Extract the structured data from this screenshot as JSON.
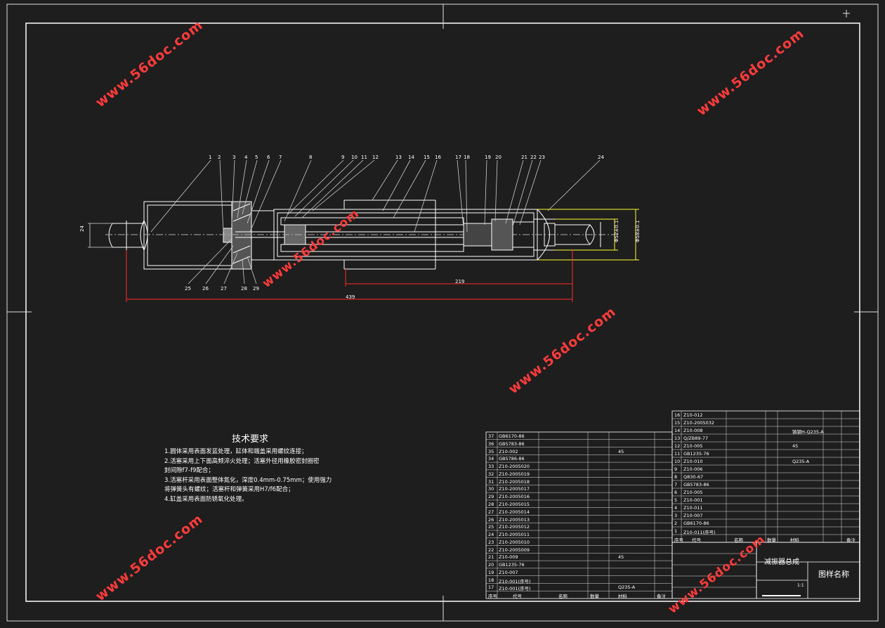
{
  "drawing": {
    "part_numbers_top": [
      "1",
      "2",
      "3",
      "4",
      "5",
      "6",
      "7",
      "8",
      "9",
      "10",
      "11",
      "12",
      "13",
      "14",
      "15",
      "16",
      "17",
      "18",
      "19",
      "20",
      "21",
      "22",
      "23",
      "24"
    ],
    "part_numbers_bottom": [
      "25",
      "26",
      "27",
      "28",
      "29"
    ],
    "dimensions": {
      "left_dia": "24",
      "right_dia_1": "Φ58±0.1",
      "right_dia_2": "Φ52±0.1",
      "length_short": "219",
      "length_total": "439"
    }
  },
  "tech_requirements": {
    "title": "技术要求",
    "lines": [
      "1.圆体采用表面发蓝处理，缸体和端盖采用螺纹连接；",
      "2.活塞采用上下面高频淬火处理；活塞外径用橡胶密封圈密",
      "封间隙f7-f9配合；",
      "3.活塞杆采用表面整体氮化，深度0.4mm-0.75mm；使用强力",
      "将弹簧头有螺纹；活塞杆和弹簧采用H7/f6配合；",
      "4.缸盖采用表面防锈氧化处理。"
    ]
  },
  "watermark": "www.56doc.com",
  "bom": {
    "left_rows": [
      [
        "37",
        "GB6170-86",
        "",
        ""
      ],
      [
        "36",
        "GB5783-86",
        "",
        ""
      ],
      [
        "35",
        "Z10-002",
        "",
        "45"
      ],
      [
        "34",
        "GB5786-86",
        "",
        ""
      ],
      [
        "33",
        "Z10-2005020",
        "",
        ""
      ],
      [
        "32",
        "Z10-2005019",
        "",
        ""
      ],
      [
        "31",
        "Z10-2005018",
        "",
        ""
      ],
      [
        "30",
        "Z10-2005017",
        "",
        ""
      ],
      [
        "29",
        "Z10-2005016",
        "",
        ""
      ],
      [
        "28",
        "Z10-2005015",
        "",
        ""
      ],
      [
        "27",
        "Z10-2005014",
        "",
        ""
      ],
      [
        "26",
        "Z10-2005013",
        "",
        ""
      ],
      [
        "25",
        "Z10-2005012",
        "",
        ""
      ],
      [
        "24",
        "Z10-2005011",
        "",
        ""
      ],
      [
        "23",
        "Z10-2005010",
        "",
        ""
      ],
      [
        "22",
        "Z10-2005009",
        "",
        ""
      ],
      [
        "21",
        "Z10-009",
        "",
        "45"
      ],
      [
        "20",
        "GB1235-76",
        "",
        ""
      ],
      [
        "19",
        "Z10-007",
        "",
        ""
      ],
      [
        "18",
        "Z10-001(序号)",
        "",
        ""
      ],
      [
        "17",
        "Z10-001(序号)",
        "",
        "Q235-A"
      ]
    ],
    "left_footer": [
      "序号",
      "代号",
      "名称",
      "数量",
      "材料",
      "备注"
    ],
    "right_rows": [
      [
        "16",
        "Z10-012",
        "",
        ""
      ],
      [
        "15",
        "Z10-2005032",
        "",
        ""
      ],
      [
        "14",
        "Z10-008",
        "",
        "铸钢H-Q235-A"
      ],
      [
        "13",
        "Q/ZB89-77",
        "",
        ""
      ],
      [
        "12",
        "Z10-005",
        "",
        "45"
      ],
      [
        "11",
        "GB1235-76",
        "",
        ""
      ],
      [
        "10",
        "Z10-010",
        "",
        "Q235-A"
      ],
      [
        "9",
        "Z10-006",
        "",
        ""
      ],
      [
        "8",
        "Q830-67",
        "",
        ""
      ],
      [
        "7",
        "GB5783-86",
        "",
        ""
      ],
      [
        "6",
        "Z10-005",
        "",
        ""
      ],
      [
        "5",
        "Z10-001",
        "",
        ""
      ],
      [
        "4",
        "Z10-011",
        "",
        ""
      ],
      [
        "3",
        "Z10-007",
        "",
        ""
      ],
      [
        "2",
        "GB6170-86",
        "",
        ""
      ],
      [
        "1",
        "Z10-011(序号)",
        "",
        ""
      ]
    ],
    "right_footer": [
      "序号",
      "代号",
      "名称",
      "数量",
      "材料",
      "备注"
    ]
  },
  "title_block": {
    "assembly": "减振器总成",
    "drawing_name": "图样名称",
    "scale": "1:1"
  }
}
